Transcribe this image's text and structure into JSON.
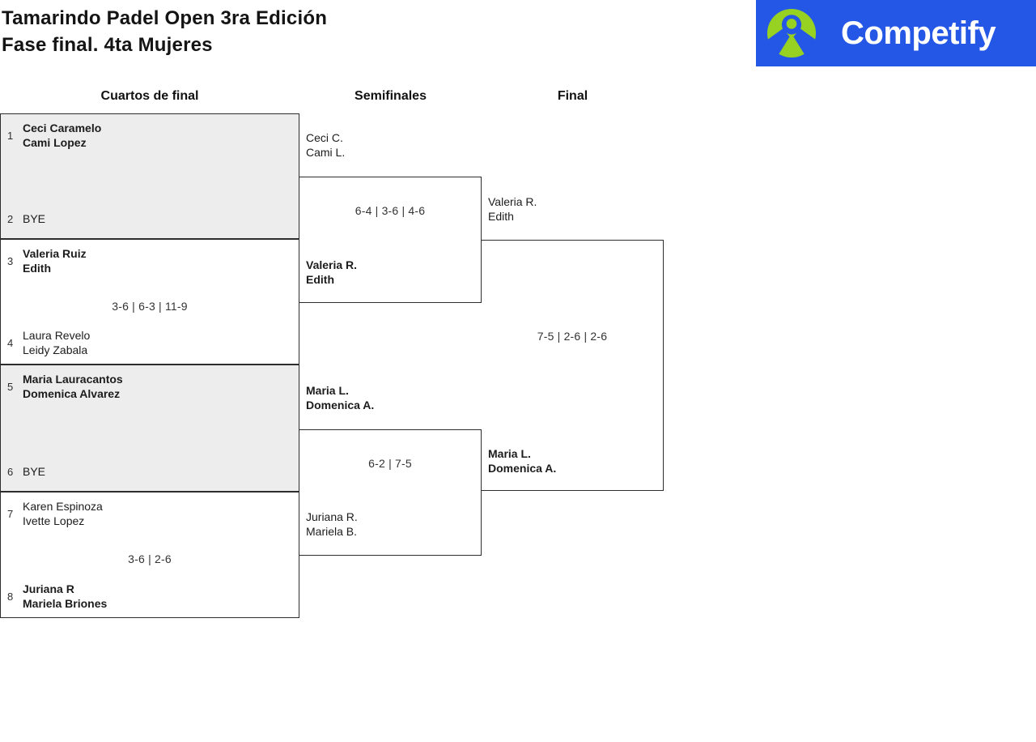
{
  "header": {
    "title_line1": "Tamarindo Padel Open 3ra Edición",
    "title_line2": "Fase final. 4ta Mujeres"
  },
  "logo": {
    "text": "Competify",
    "bg_color": "#2457E6",
    "icon_green": "#97D121",
    "text_color": "#FFFFFF"
  },
  "round_headers": {
    "quarterfinals": "Cuartos de final",
    "semifinals": "Semifinales",
    "final": "Final"
  },
  "colors": {
    "bye_match_background": "#EDEDED",
    "border": "#2D2D2D"
  },
  "quarterfinals": [
    {
      "bye": true,
      "top": {
        "seed": "1",
        "line1": "Ceci Caramelo",
        "line2": "Cami Lopez",
        "winner": true
      },
      "bottom": {
        "seed": "2",
        "line1": "BYE",
        "winner": false
      }
    },
    {
      "bye": false,
      "top": {
        "seed": "3",
        "line1": "Valeria Ruiz",
        "line2": "Edith",
        "winner": true
      },
      "bottom": {
        "seed": "4",
        "line1": "Laura Revelo",
        "line2": "Leidy Zabala",
        "winner": false
      },
      "score": "3-6 | 6-3 | 11-9"
    },
    {
      "bye": true,
      "top": {
        "seed": "5",
        "line1": "Maria Lauracantos",
        "line2": "Domenica Alvarez",
        "winner": true
      },
      "bottom": {
        "seed": "6",
        "line1": "BYE",
        "winner": false
      }
    },
    {
      "bye": false,
      "top": {
        "seed": "7",
        "line1": "Karen Espinoza",
        "line2": "Ivette Lopez",
        "winner": false
      },
      "bottom": {
        "seed": "8",
        "line1": "Juriana R",
        "line2": "Mariela Briones",
        "winner": true
      },
      "score": "3-6 | 2-6"
    }
  ],
  "semifinals": [
    {
      "top": {
        "line1": "Ceci C.",
        "line2": "Cami L.",
        "winner": false
      },
      "bottom": {
        "line1": "Valeria R.",
        "line2": "Edith",
        "winner": true
      },
      "score": "6-4 | 3-6 | 4-6"
    },
    {
      "top": {
        "line1": "Maria L.",
        "line2": "Domenica A.",
        "winner": true
      },
      "bottom": {
        "line1": "Juriana R.",
        "line2": "Mariela B.",
        "winner": false
      },
      "score": "6-2 | 7-5"
    }
  ],
  "final": {
    "top": {
      "line1": "Valeria R.",
      "line2": "Edith",
      "winner": false
    },
    "bottom": {
      "line1": "Maria L.",
      "line2": "Domenica A.",
      "winner": true
    },
    "score": "7-5 | 2-6 | 2-6"
  }
}
